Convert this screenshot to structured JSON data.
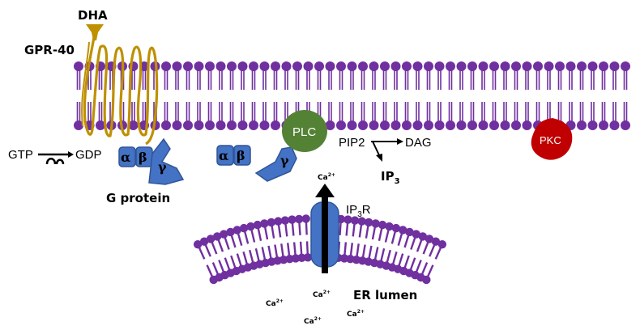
{
  "labels": {
    "dha": "DHA",
    "gpr40": "GPR-40",
    "gtp": "GTP",
    "gdp": "GDP",
    "g_protein": "G protein",
    "plc": "PLC",
    "pip2": "PIP2",
    "dag": "DAG",
    "ip3_base": "IP",
    "ip3_sub": "3",
    "pkc": "PKC",
    "ip3r_base": "IP",
    "ip3r_sub": "3",
    "ip3r_tail": "R",
    "er_lumen": "ER lumen",
    "ca_base": "Ca",
    "ca_sup": "2+"
  },
  "subunits": {
    "alpha": "α",
    "beta": "β",
    "gamma": "γ"
  },
  "colors": {
    "lipid": "#7030a0",
    "receptor": "#bf9000",
    "gprotein": "#4472c4",
    "gprotein_dark": "#2f5597",
    "plc": "#548235",
    "pkc": "#c00000",
    "arrow": "#000000"
  }
}
